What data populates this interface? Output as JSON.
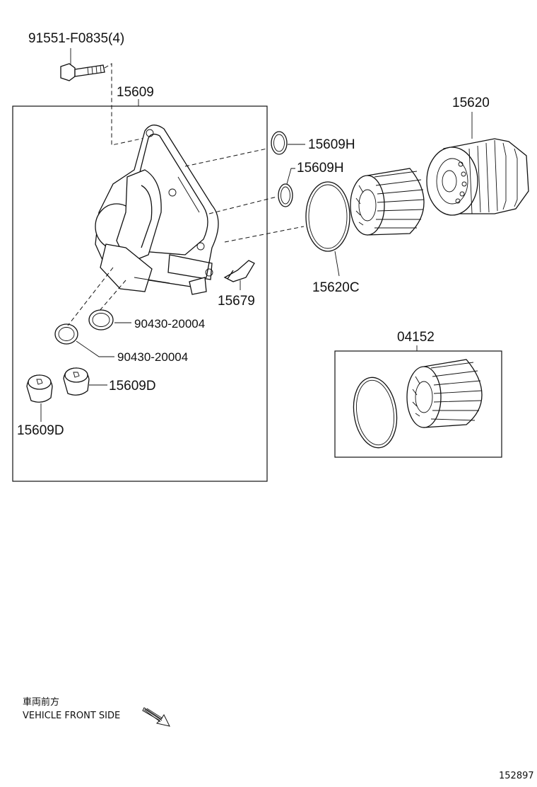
{
  "labels": {
    "bolt": "91551-F0835(4)",
    "housing": "15609",
    "cap": "15620",
    "oring_h_upper": "15609H",
    "oring_h_lower": "15609H",
    "gasket": "15620C",
    "clip": "15679",
    "oring_a": "90430-20004",
    "oring_b": "90430-20004",
    "plug_right": "15609D",
    "plug_left": "15609D",
    "filter_kit": "04152"
  },
  "front_note": {
    "jp": "車両前方",
    "en": "VEHICLE FRONT SIDE"
  },
  "figure_id": "152897"
}
